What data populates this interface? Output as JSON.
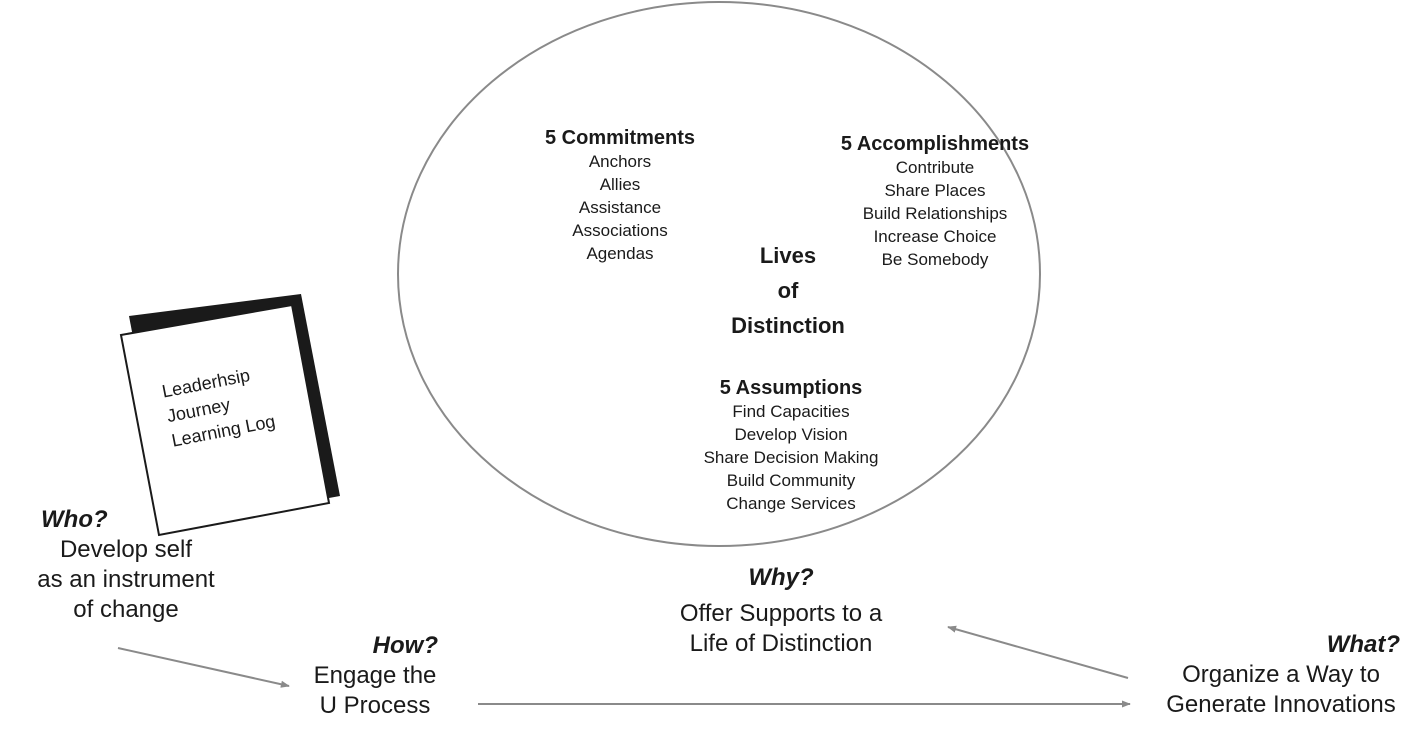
{
  "center": {
    "lines": [
      "Lives",
      "of",
      "Distinction"
    ]
  },
  "commitments": {
    "title": "5 Commitments",
    "items": [
      "Anchors",
      "Allies",
      "Assistance",
      "Associations",
      "Agendas"
    ]
  },
  "accomplishments": {
    "title": "5 Accomplishments",
    "items": [
      "Contribute",
      "Share Places",
      "Build Relationships",
      "Increase Choice",
      "Be Somebody"
    ]
  },
  "assumptions": {
    "title": "5 Assumptions",
    "items": [
      "Find Capacities",
      "Develop Vision",
      "Share Decision Making",
      "Build Community",
      "Change Services"
    ]
  },
  "book": {
    "lines": [
      "Leaderhsip",
      "Journey",
      "Learning Log"
    ]
  },
  "who": {
    "heading": "Who?",
    "lines": [
      "Develop self",
      "as an instrument",
      "of change"
    ]
  },
  "why": {
    "heading": "Why?",
    "lines": [
      "Offer Supports to a",
      "Life of Distinction"
    ]
  },
  "how": {
    "heading": "How?",
    "lines": [
      "Engage the",
      "U Process"
    ]
  },
  "what": {
    "heading": "What?",
    "lines": [
      "Organize a Way to",
      "Generate Innovations"
    ]
  },
  "colors": {
    "ellipse_stroke": "#8a8a8a",
    "arrow": "#8a8a8a",
    "text": "#1a1a1a",
    "book_shadow": "#1a1a1a"
  }
}
